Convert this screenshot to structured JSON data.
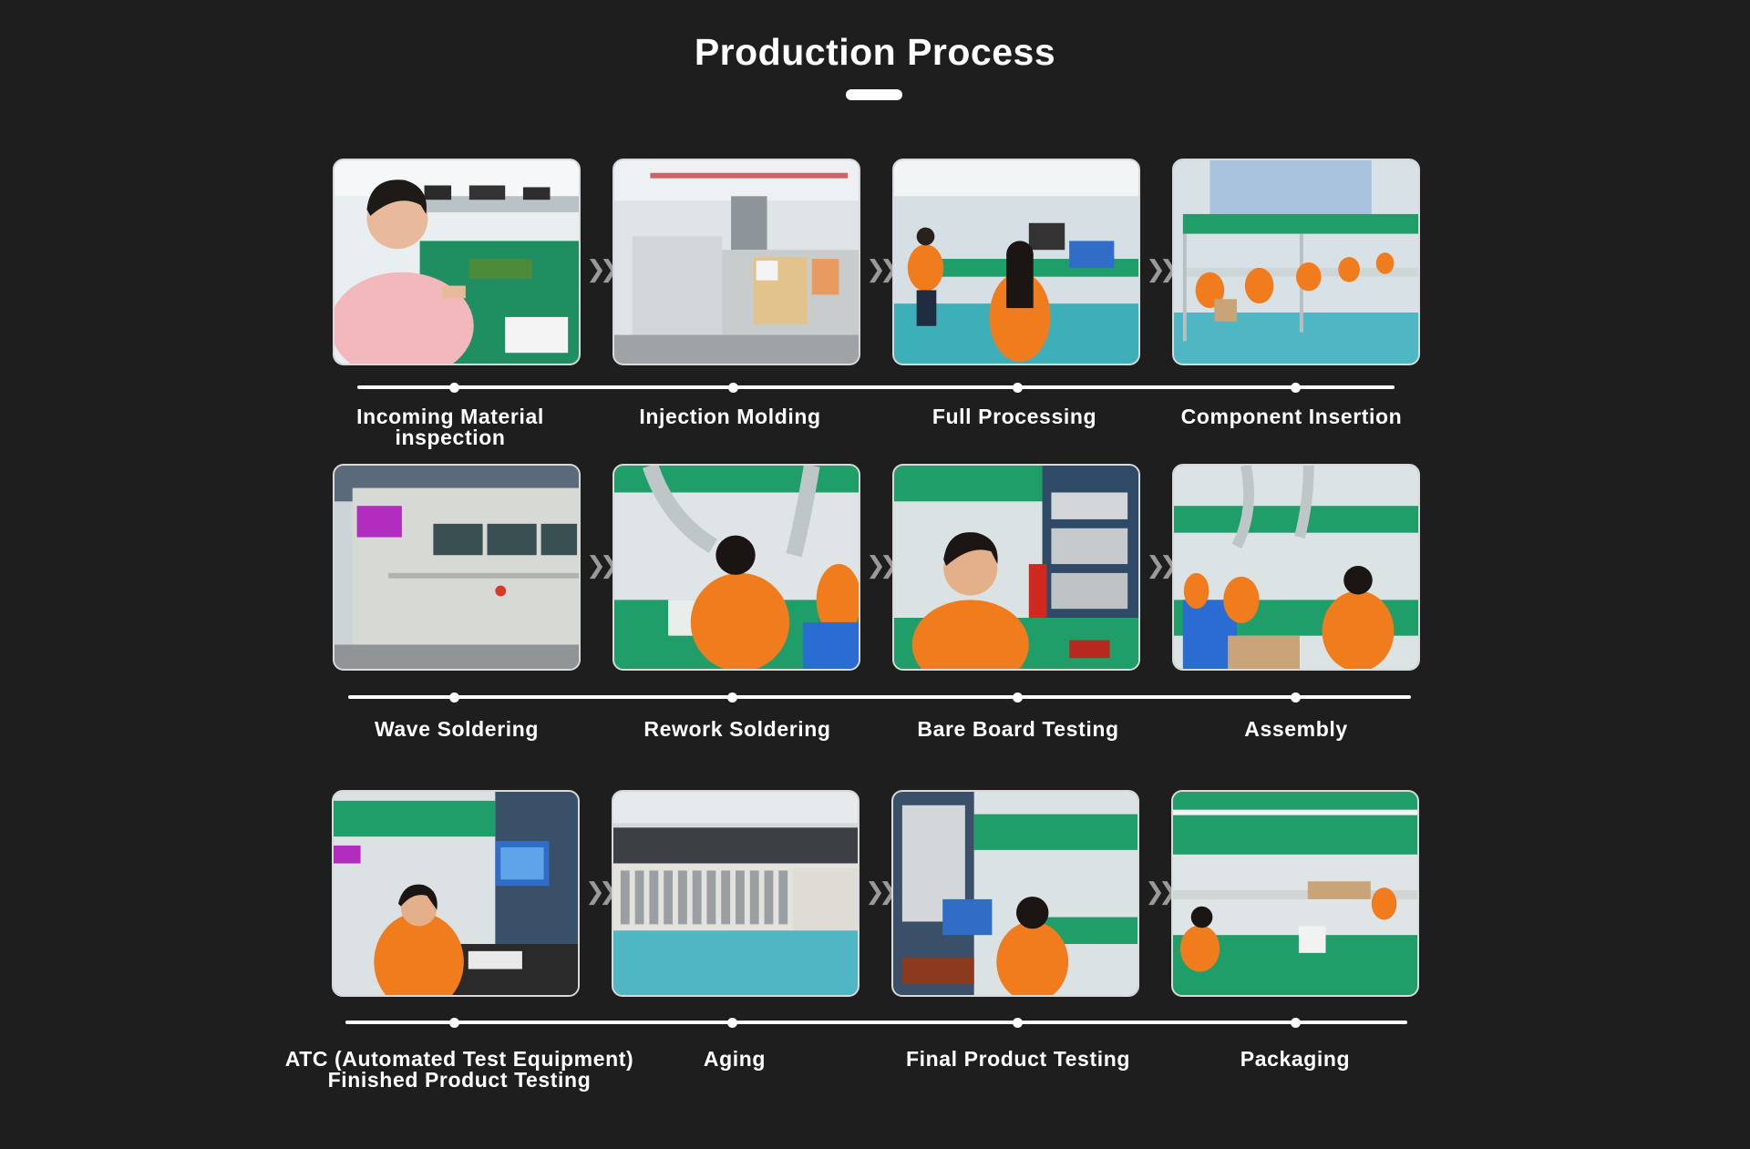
{
  "header": {
    "title": "Production Process"
  },
  "steps": [
    {
      "label": "Incoming Material\ninspection"
    },
    {
      "label": "Injection Molding"
    },
    {
      "label": "Full Processing"
    },
    {
      "label": "Component Insertion"
    },
    {
      "label": "Wave Soldering"
    },
    {
      "label": "Rework Soldering"
    },
    {
      "label": "Bare Board Testing"
    },
    {
      "label": "Assembly"
    },
    {
      "label": "ATC (Automated Test Equipment)\nFinished Product Testing"
    },
    {
      "label": "Aging"
    },
    {
      "label": "Final Product Testing"
    },
    {
      "label": "Packaging"
    }
  ],
  "arrow_glyph": "❯❯",
  "colors": {
    "background": "#1e1e1e",
    "text": "#ffffff",
    "workbench_green": "#1f9e6a",
    "uniform_orange": "#f07c1e",
    "floor_teal": "#4fb7c4"
  }
}
